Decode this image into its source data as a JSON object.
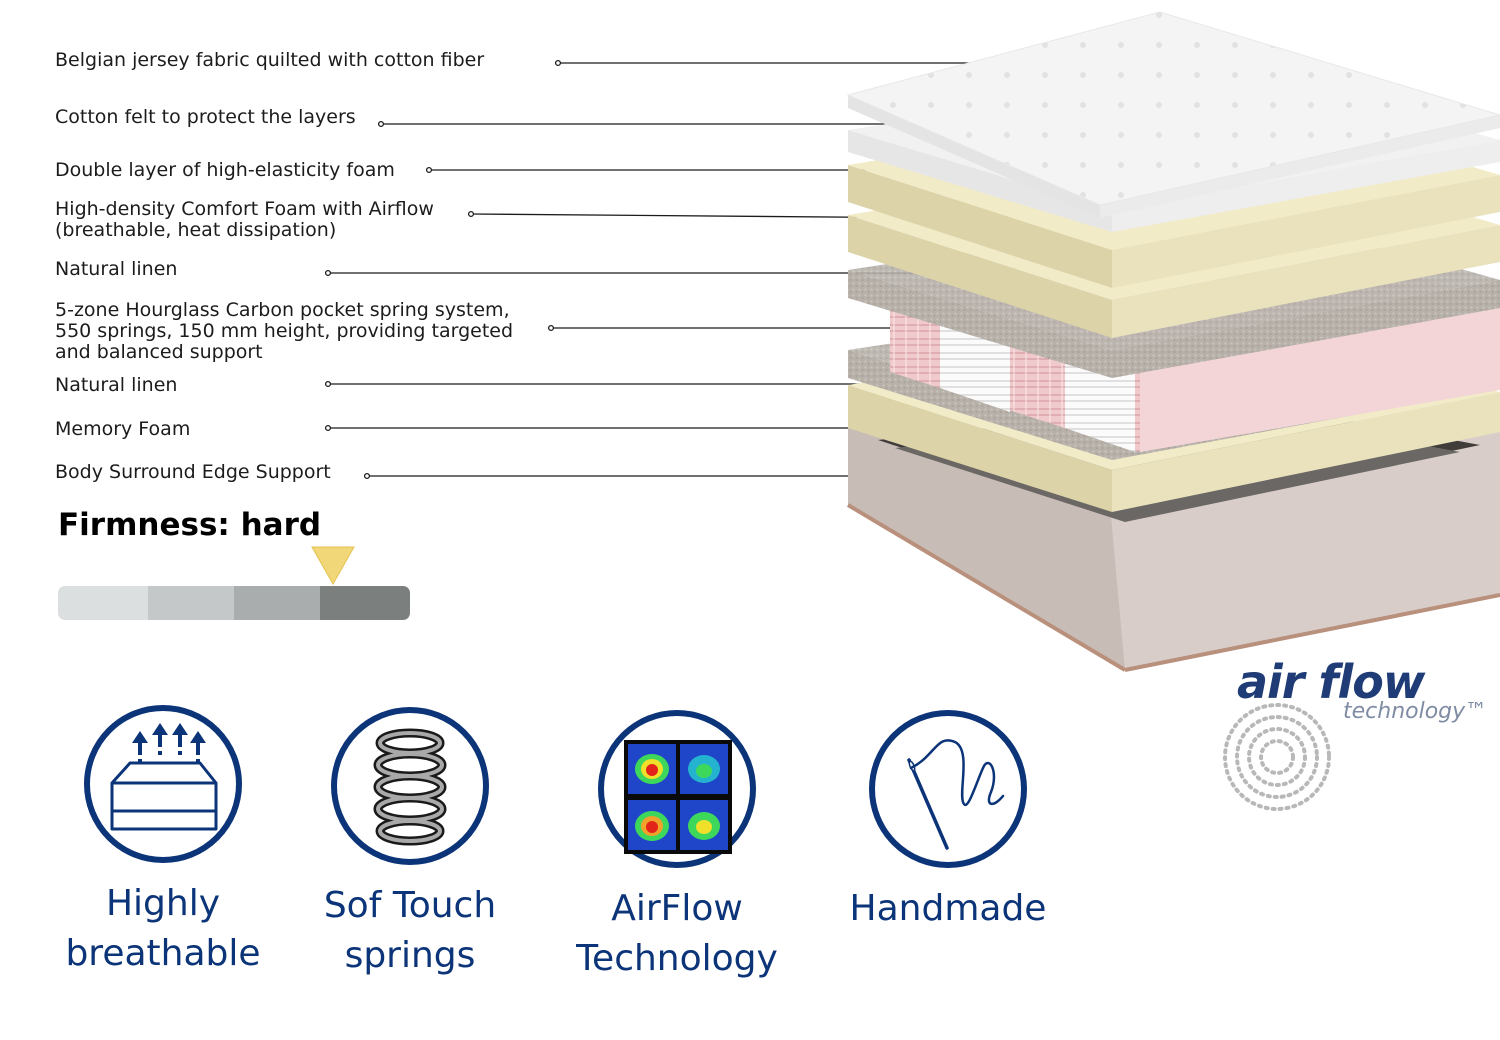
{
  "layers": [
    {
      "label": "Belgian jersey fabric quilted with cotton fiber"
    },
    {
      "label": "Cotton felt to protect the layers"
    },
    {
      "label": "Double layer of high-elasticity foam"
    },
    {
      "label": "High-density Comfort Foam with Airflow\n(breathable, heat dissipation)"
    },
    {
      "label": "Natural linen"
    },
    {
      "label": "5-zone Hourglass Carbon pocket spring system,\n550 springs, 150 mm height, providing targeted\nand balanced support"
    },
    {
      "label": "Natural linen"
    },
    {
      "label": "Memory Foam"
    },
    {
      "label": "Body Surround Edge Support"
    }
  ],
  "firmness": {
    "title": "Firmness: hard",
    "level": 4,
    "levels": 4,
    "segment_colors": [
      "#dcdfdf",
      "#c4c8c8",
      "#a9adad",
      "#7b807f"
    ],
    "pointer_color": "#f2d779"
  },
  "features": [
    {
      "icon": "breathable-mattress-icon",
      "line1": "Highly",
      "line2": "breathable"
    },
    {
      "icon": "spring-icon",
      "line1": "Sof Touch",
      "line2": "springs"
    },
    {
      "icon": "thermal-map-icon",
      "line1": "AirFlow",
      "line2": "Technology"
    },
    {
      "icon": "needle-thread-icon",
      "line1": "Handmade",
      "line2": ""
    }
  ],
  "logo": {
    "main": "air flow",
    "sub": "technology™"
  },
  "colors": {
    "brand_blue": "#0c3478",
    "logo_blue": "#1f3c76"
  }
}
